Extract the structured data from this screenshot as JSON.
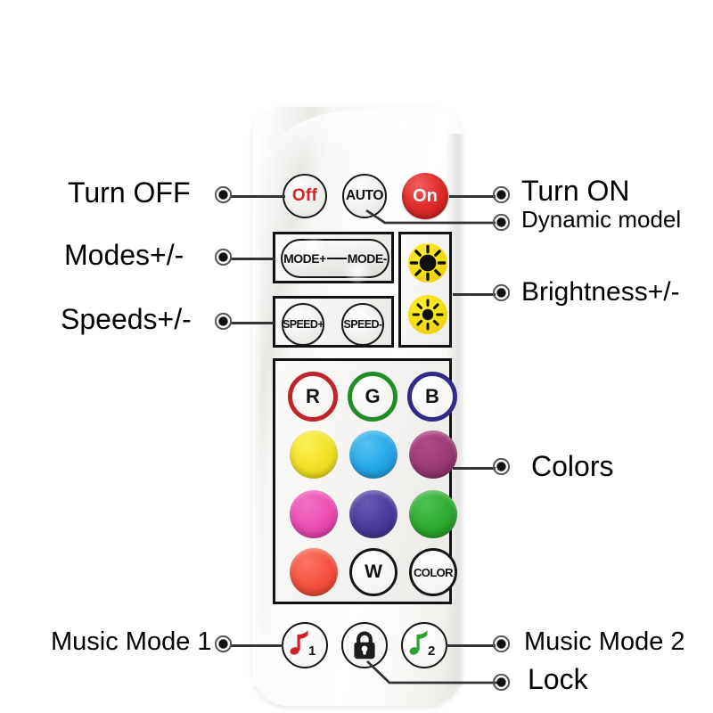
{
  "device": {
    "name": "rgb-led-strip-ir-remote",
    "body_color": "#f4f3f1"
  },
  "remote": {
    "top_row": [
      {
        "id": "off",
        "label": "Off",
        "text_color": "#e02020",
        "style": "outline"
      },
      {
        "id": "auto",
        "label": "AUTO",
        "text_color": "#111111",
        "style": "outline"
      },
      {
        "id": "on",
        "label": "On",
        "text_color": "#ffffff",
        "style": "solid-red",
        "fill": "#d9201c"
      }
    ],
    "mode_panel": {
      "plus_label": "MODE+",
      "separator": "—",
      "minus_label": "MODE-"
    },
    "speed_panel": {
      "plus_label": "SPEED+",
      "minus_label": "SPEED-"
    },
    "brightness_panel": {
      "up_icon": "sun-large-icon",
      "down_icon": "sun-small-icon",
      "color": "#f2dc10"
    },
    "color_grid": {
      "rows": [
        [
          {
            "id": "r",
            "label": "R",
            "type": "ring",
            "ring_color": "#c0252c"
          },
          {
            "id": "g",
            "label": "G",
            "type": "ring",
            "ring_color": "#1f8f25"
          },
          {
            "id": "b",
            "label": "B",
            "type": "ring",
            "ring_color": "#312a86"
          }
        ],
        [
          {
            "id": "yellow",
            "label": "",
            "type": "swatch",
            "fill": "#f2e226"
          },
          {
            "id": "cyan",
            "label": "",
            "type": "swatch",
            "fill": "#26a8e8"
          },
          {
            "id": "plum",
            "label": "",
            "type": "swatch",
            "fill": "#9c3a74"
          }
        ],
        [
          {
            "id": "pink",
            "label": "",
            "type": "swatch",
            "fill": "#ea4fb0"
          },
          {
            "id": "indigo",
            "label": "",
            "type": "swatch",
            "fill": "#4b3b9c"
          },
          {
            "id": "green",
            "label": "",
            "type": "swatch",
            "fill": "#2eac31"
          }
        ],
        [
          {
            "id": "orange",
            "label": "",
            "type": "swatch",
            "fill": "#f4533f"
          },
          {
            "id": "white",
            "label": "W",
            "type": "ring",
            "ring_color": "#151515"
          },
          {
            "id": "color",
            "label": "COLOR",
            "type": "ring",
            "ring_color": "#151515"
          }
        ]
      ]
    },
    "bottom_row": [
      {
        "id": "music1",
        "label": "1",
        "icon": "music-note-red-icon",
        "note_color": "#d0222c"
      },
      {
        "id": "lock",
        "label": "",
        "icon": "padlock-icon",
        "note_color": "#1d1d1d"
      },
      {
        "id": "music2",
        "label": "2",
        "icon": "music-note-green-icon",
        "note_color": "#2aa331"
      }
    ]
  },
  "callouts": {
    "left": [
      {
        "id": "turn-off",
        "text": "Turn OFF"
      },
      {
        "id": "modes",
        "text": "Modes+/-"
      },
      {
        "id": "speeds",
        "text": "Speeds+/-"
      },
      {
        "id": "music1",
        "text": "Music Mode 1"
      }
    ],
    "right": [
      {
        "id": "turn-on",
        "text": "Turn ON"
      },
      {
        "id": "dynamic",
        "text": "Dynamic model"
      },
      {
        "id": "brightness",
        "text": "Brightness+/-"
      },
      {
        "id": "colors",
        "text": "Colors"
      },
      {
        "id": "music2",
        "text": "Music Mode 2"
      },
      {
        "id": "lock",
        "text": "Lock"
      }
    ]
  }
}
